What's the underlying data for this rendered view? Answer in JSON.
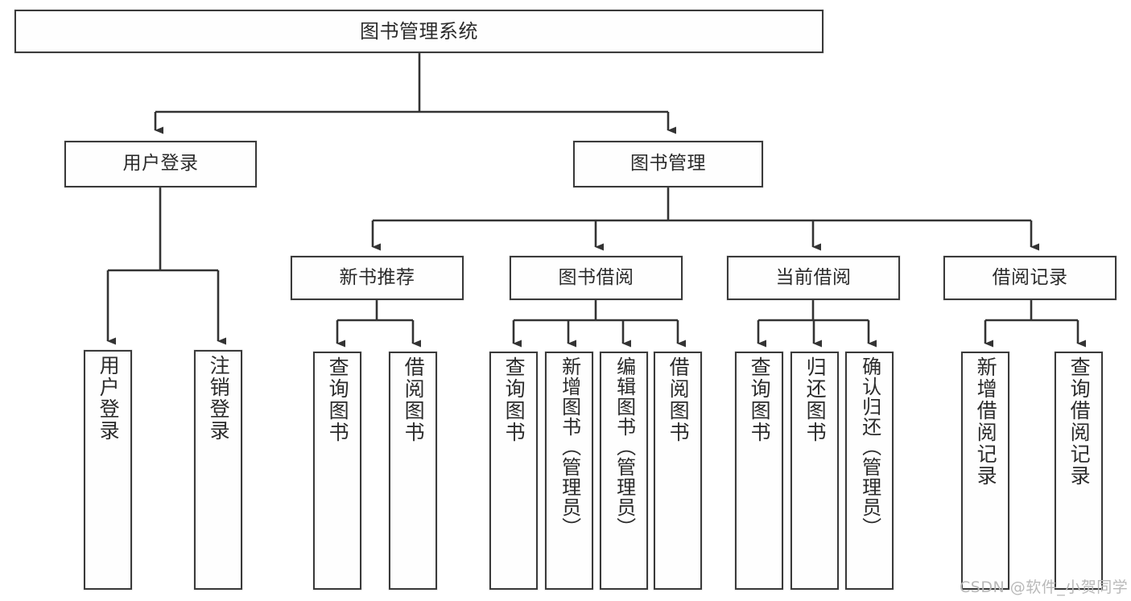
{
  "diagram": {
    "title": "图书管理系统",
    "type": "tree-hierarchy",
    "root": {
      "label": "图书管理系统"
    },
    "level1": [
      {
        "label": "用户登录"
      },
      {
        "label": "图书管理"
      }
    ],
    "level2": [
      {
        "label": "新书推荐"
      },
      {
        "label": "图书借阅"
      },
      {
        "label": "当前借阅"
      },
      {
        "label": "借阅记录"
      }
    ],
    "leaves": {
      "user_login": [
        {
          "label": "用户登录"
        },
        {
          "label": "注销登录"
        }
      ],
      "new_book_recommend": [
        {
          "label": "查询图书"
        },
        {
          "label": "借阅图书"
        }
      ],
      "book_borrow": [
        {
          "label": "查询图书"
        },
        {
          "label": "新增图书（管理员）"
        },
        {
          "label": "编辑图书（管理员）"
        },
        {
          "label": "借阅图书"
        }
      ],
      "current_borrow": [
        {
          "label": "查询图书"
        },
        {
          "label": "归还图书"
        },
        {
          "label": "确认归还（管理员）"
        }
      ],
      "borrow_record": [
        {
          "label": "新增借阅记录"
        },
        {
          "label": "查询借阅记录"
        }
      ]
    }
  },
  "watermark": {
    "text": "CSDN @软件_小贺同学"
  },
  "colors": {
    "border": "#3a3a3a",
    "text": "#2b2b2b",
    "background": "#ffffff",
    "connector": "#333333",
    "watermark": "#b9b9b9"
  }
}
